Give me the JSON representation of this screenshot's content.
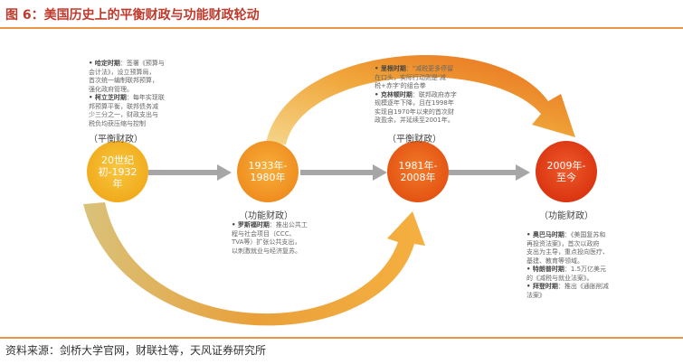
{
  "title": "图 6：美国历史上的平衡财政与功能财政轮动",
  "source": "资料来源：剑桥大学官网，财联社等，天风证券研究所",
  "eras": [
    {
      "label_line1": "20世纪",
      "label_line2": "初-1932",
      "label_line3": "年",
      "color": "#f4b31a"
    },
    {
      "label_line1": "1933年-",
      "label_line2": "1980年",
      "color": "#f39a28"
    },
    {
      "label_line1": "1981年-",
      "label_line2": "2008年",
      "color": "#ea5b16"
    },
    {
      "label_line1": "2009年-",
      "label_line2": "至今",
      "color": "#e23a12"
    }
  ],
  "tags": {
    "balanced_1": "（平衡财政）",
    "functional_1": "（功能财政）",
    "balanced_2": "（平衡财政）",
    "functional_2": "（功能财政）"
  },
  "notes": {
    "era1": [
      {
        "bullet": "哈定时期",
        "text": "：签署《预算与"
      },
      {
        "bullet": "",
        "text": "会计法》，设立预算局，"
      },
      {
        "bullet": "",
        "text": "首次统一编制联邦预算，"
      },
      {
        "bullet": "",
        "text": "强化政府管理。"
      },
      {
        "bullet": "柯立芝时期",
        "text": "：每年实现联"
      },
      {
        "bullet": "",
        "text": "邦预算平衡，联邦债务减"
      },
      {
        "bullet": "",
        "text": "少三分之一，财政支出与"
      },
      {
        "bullet": "",
        "text": "税负均获压缩与控制"
      }
    ],
    "era2": [
      {
        "bullet": "罗斯福时期",
        "text": "：推出公共工"
      },
      {
        "bullet": "",
        "text": "程与社会项目（CCC、"
      },
      {
        "bullet": "",
        "text": "TVA等）扩张公共支出，"
      },
      {
        "bullet": "",
        "text": "以刺激就业与经济复苏。"
      }
    ],
    "era3": [
      {
        "bullet": "里根时期",
        "text": "：\"减税更多停留"
      },
      {
        "bullet": "",
        "text": "在口头，实际行动则是'减"
      },
      {
        "bullet": "",
        "text": "税+赤字'的组合拳"
      },
      {
        "bullet": "克林顿时期",
        "text": "：联邦政府赤字"
      },
      {
        "bullet": "",
        "text": "规模逐年下降，且在1998年"
      },
      {
        "bullet": "",
        "text": "实现自1970年以来的首次财"
      },
      {
        "bullet": "",
        "text": "政盈余，并延续至2001年。"
      }
    ],
    "era4": [
      {
        "bullet": "奥巴马时期",
        "text": "：《美国复苏和"
      },
      {
        "bullet": "",
        "text": "再投资法案》，首次以政府"
      },
      {
        "bullet": "",
        "text": "支出为主导，重点投向医疗、"
      },
      {
        "bullet": "",
        "text": "基建、教育等领域。"
      },
      {
        "bullet": "特朗普时期",
        "text": "：1.5万亿美元"
      },
      {
        "bullet": "",
        "text": "的《减税与就业法案》。"
      },
      {
        "bullet": "拜登时期",
        "text": "：推出《通胀削减"
      },
      {
        "bullet": "",
        "text": "法案》"
      }
    ]
  },
  "colors": {
    "accent": "#e8954a",
    "arrow_gray": "#a6a6a6",
    "title_red": "#c0392b"
  }
}
